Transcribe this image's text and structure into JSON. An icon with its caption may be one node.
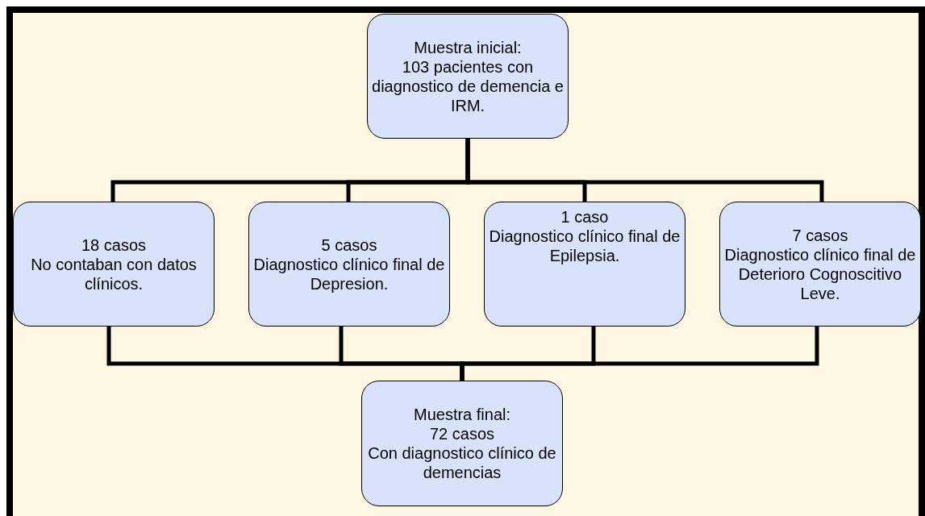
{
  "diagram": {
    "nodes": [
      {
        "text": [
          "Muestra inicial:",
          "103 pacientes con diagnostico de demencia e IRM."
        ]
      },
      {
        "text": [
          "18 casos",
          "No contaban con datos clínicos."
        ]
      },
      {
        "text": [
          "5 casos",
          "Diagnostico clínico final de Depresion."
        ]
      },
      {
        "text": [
          "1 caso",
          "Diagnostico clínico final de Epilepsia."
        ]
      },
      {
        "text": [
          "7 casos",
          "Diagnostico clínico final de Deterioro Cognoscitivo Leve."
        ]
      },
      {
        "text": [
          "Muestra final:",
          "72 casos",
          "Con diagnostico clínico de demencias"
        ]
      }
    ],
    "edges": [
      {
        "from": 0,
        "to": 1,
        "arrow": "none"
      },
      {
        "from": 0,
        "to": 2,
        "arrow": "none"
      },
      {
        "from": 0,
        "to": 3,
        "arrow": "none"
      },
      {
        "from": 0,
        "to": 4,
        "arrow": "none"
      },
      {
        "from": 1,
        "to": 5,
        "arrow": "none"
      },
      {
        "from": 2,
        "to": 5,
        "arrow": "none"
      },
      {
        "from": 3,
        "to": 5,
        "arrow": "none"
      },
      {
        "from": 4,
        "to": 5,
        "arrow": "none"
      }
    ]
  }
}
